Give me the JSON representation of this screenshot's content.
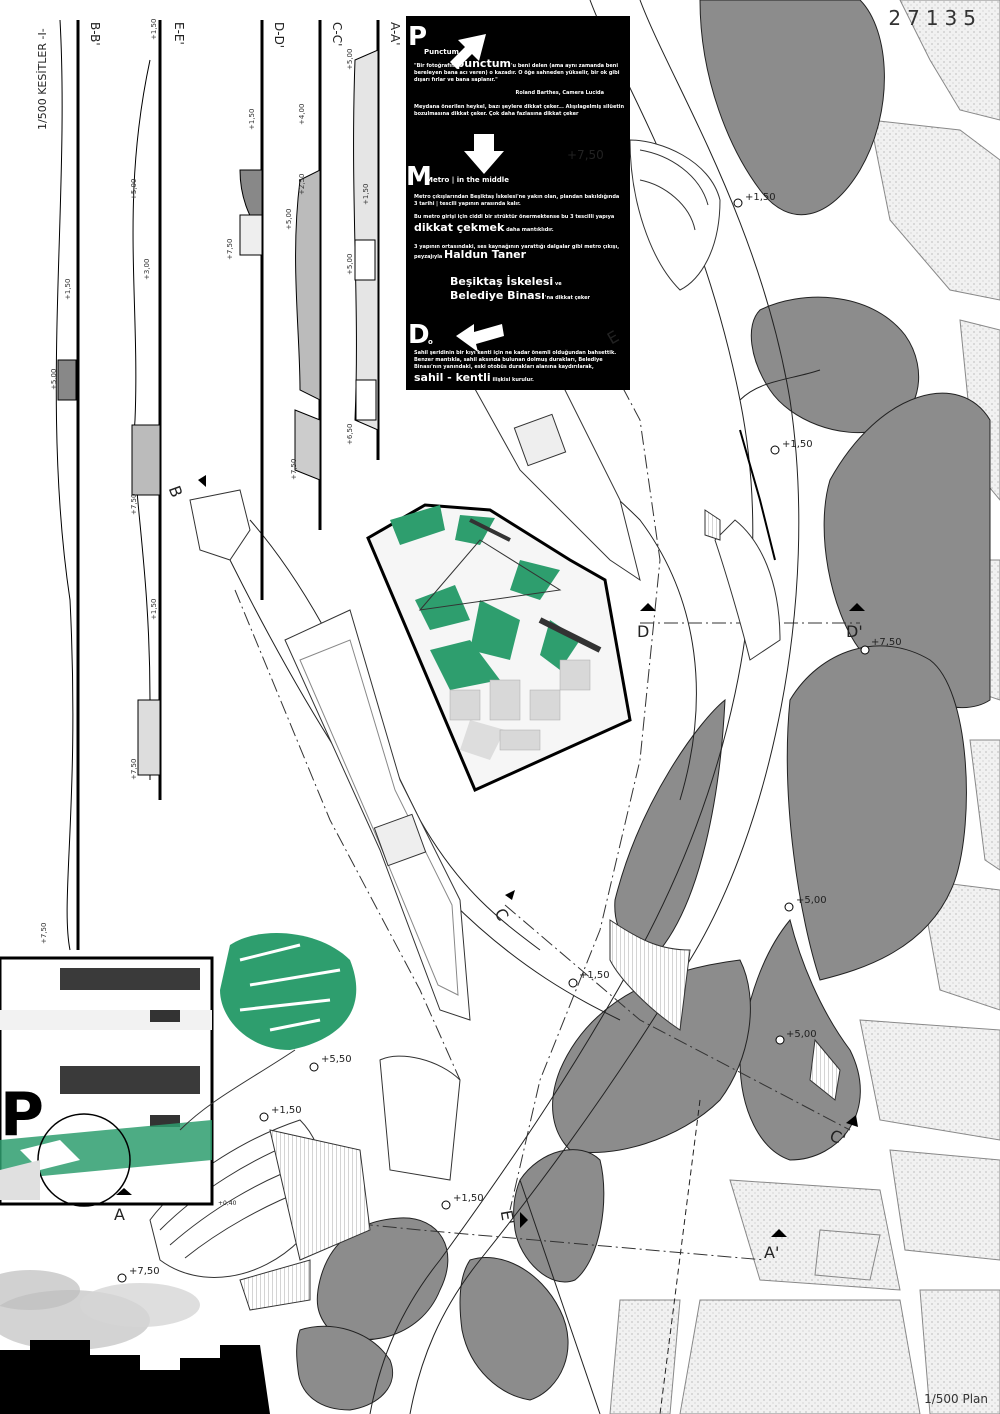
{
  "sheet_number": "27135",
  "plan_scale": "1/500 Plan",
  "sections_title": "1/500 KESİTLER -I-",
  "section_names": [
    "B-B'",
    "E-E'",
    "D-D'",
    "C-C'",
    "A-A'"
  ],
  "section_elevations": {
    "bb": [
      "+1,50",
      "+5,00",
      "+7,50"
    ],
    "ee": [
      "+1,50",
      "+5,00",
      "+3,00",
      "+7,50",
      "+1,50",
      "+7,50"
    ],
    "dd": [
      "+1,50",
      "+7,50"
    ],
    "cc": [
      "+4,00",
      "+2,50",
      "+5,00",
      "+7,50"
    ],
    "aa": [
      "+5,00",
      "+1,50",
      "+5,00",
      "+6,50"
    ]
  },
  "manifesto": {
    "p_letter": "P",
    "p_head": "Punctum",
    "p_quote_pre": "\"Bir fotoğrafın ",
    "p_quote_key": "punctum",
    "p_quote_post": "'u beni delen (ama aynı zamanda beni bereleyen bana acı veren) o kazadır. O öğe sahneden yükselir, bir ok gibi dışarı fırlar ve bana saplanır.\"",
    "p_author": "Roland Barthes, Camera Lucida",
    "p_body": "Meydana önerilen heykel, bazı şeylere dikkat çeker... Alışılagelmiş silüetin bozulmasına dikkat çeker. Çok daha fazlasına dikkat çeker",
    "m_letter": "M",
    "m_head": "Metro  | in the middle",
    "m_body1": "Metro çıkışlarından Beşiktaş İskelesi'ne yakın olan, plandan bakıldığında 3 tarihi | tescili yapının arasında kalır.",
    "m_body2": "Bu metro girişi için ciddi bir strüktür önermektense bu 3 tescilli yapıya",
    "m_key": "dikkat çekmek",
    "m_body3": "daha mantıklıdır.",
    "m_body4": "3 yapının ortasındaki, ses kaynağının yarattığı dalgalar gibi metro çıkışı, peyzajıyla",
    "m_key2": "Haldun Taner",
    "m_key3": "Beşiktaş İskelesi",
    "m_body5": "ve",
    "m_key4": "Belediye Binası",
    "m_body6": "'na  dikkat çeker",
    "d_letter": "D",
    "d_sub": "o",
    "d_body": "Sahil şeridinin bir kıyı kenti için ne kadar önemli olduğundan bahsettik. Benzer mantıkla, sahil aksında bulunan dolmuş durakları, Belediye Binası'nın yanındaki, eski otobüs durakları alanına kaydırılarak,",
    "d_key": "sahil - kentli",
    "d_body2": "ilişkisi kurulur."
  },
  "plan_labels": {
    "b": "B",
    "d": "D",
    "d_prime": "D'",
    "c": "C",
    "c_prime": "C'",
    "a": "A",
    "a_prime": "A'",
    "e": "E",
    "e_prime": "E'",
    "inset_p": "P"
  },
  "plan_elevations": [
    "+7,50",
    "+1,50",
    "+1,50",
    "+7,50",
    "+5,00",
    "+1,50",
    "+5,00",
    "+5,50",
    "+1,50",
    "+1,50",
    "+7,50",
    "+0,40"
  ],
  "colors": {
    "green": "#2e9e6e",
    "gray": "#8c8c8c",
    "black": "#000000"
  }
}
